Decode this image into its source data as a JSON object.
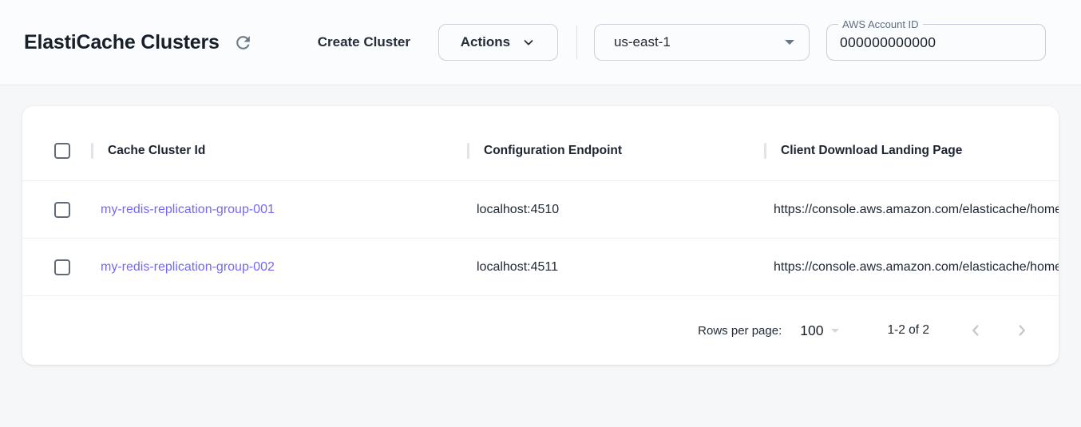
{
  "header": {
    "title": "ElastiCache Clusters",
    "create_button_label": "Create Cluster",
    "actions_button_label": "Actions",
    "region_select": {
      "value": "us-east-1"
    },
    "account_field": {
      "label": "AWS Account ID",
      "value": "000000000000"
    }
  },
  "icons": {
    "refresh": "circular-arrow",
    "actions_chevron": "chevron-down",
    "region_arrow": "triangle-down",
    "rows_per_page_arrow": "triangle-down",
    "prev_page": "chevron-left",
    "next_page": "chevron-right"
  },
  "table": {
    "columns": [
      "Cache Cluster Id",
      "Configuration Endpoint",
      "Client Download Landing Page"
    ],
    "rows": [
      {
        "cache_cluster_id": "my-redis-replication-group-001",
        "configuration_endpoint": "localhost:4510",
        "client_download_landing_page": "https://console.aws.amazon.com/elasticache/home"
      },
      {
        "cache_cluster_id": "my-redis-replication-group-002",
        "configuration_endpoint": "localhost:4511",
        "client_download_landing_page": "https://console.aws.amazon.com/elasticache/home"
      }
    ],
    "pagination": {
      "rows_per_page_label": "Rows per page:",
      "rows_per_page_value": "100",
      "range_label": "1-2 of 2"
    }
  },
  "colors": {
    "link_accent": "#7569f0",
    "page_background": "#f6f7f9",
    "topbar_background": "#fbfcfd",
    "card_background": "#ffffff"
  }
}
